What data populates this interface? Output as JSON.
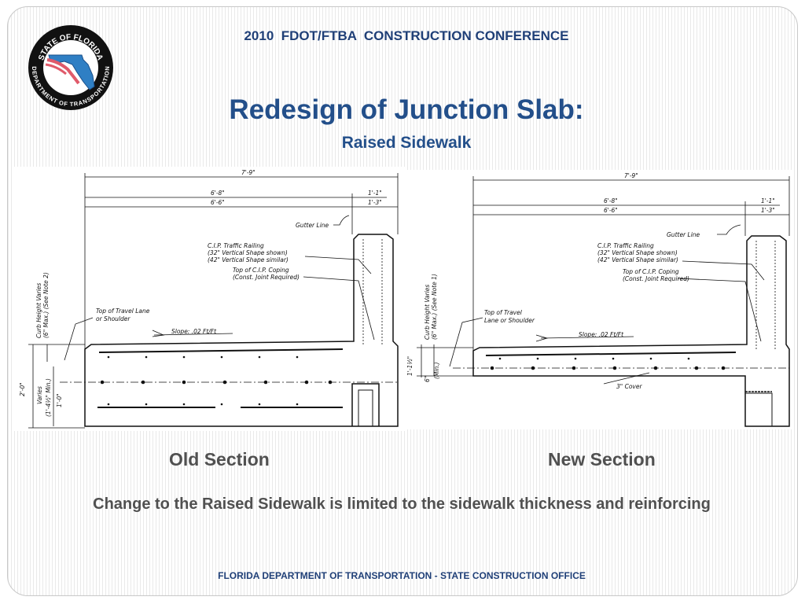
{
  "header": {
    "conference": "2010  FDOT/FTBA  CONSTRUCTION CONFERENCE",
    "title": "Redesign of Junction Slab:",
    "subtitle": "Raised Sidewalk"
  },
  "logo": {
    "top_text": "STATE OF FLORIDA",
    "bottom_text": "DEPARTMENT OF TRANSPORTATION",
    "icon": "florida-state-map-seal"
  },
  "old_drawing": {
    "caption": "Old Section",
    "dim_overall": "7'-9\"",
    "dim_main_1": "6'-8\"",
    "dim_main_2": "6'-6\"",
    "dim_curb_1": "1'-1\"",
    "dim_curb_2": "1'-3\"",
    "gutter_line": "Gutter Line",
    "railing_1": "C.I.P. Traffic Railing",
    "railing_2": "(32\" Vertical Shape shown)",
    "railing_3": "(42\" Vertical Shape similar)",
    "coping_1": "Top of C.I.P. Coping",
    "coping_2": "(Const. Joint Required)",
    "travel_1": "Top of Travel Lane",
    "travel_2": "or Shoulder",
    "slope": "Slope: .02 Ft/Ft",
    "curb_height_1": "Curb Height Varies",
    "curb_height_2": "(6\" Max.) (See Note 2)",
    "thickness": "2'-0\"",
    "varies": "Varies",
    "varies_min": "(1'-4½\" Min.)",
    "dim_lower": "1'-0\""
  },
  "new_drawing": {
    "caption": "New Section",
    "dim_overall": "7'-9\"",
    "dim_main_1": "6'-8\"",
    "dim_main_2": "6'-6\"",
    "dim_curb_1": "1'-1\"",
    "dim_curb_2": "1'-3\"",
    "gutter_line": "Gutter Line",
    "railing_1": "C.I.P. Traffic Railing",
    "railing_2": "(32\" Vertical Shape shown)",
    "railing_3": "(42\" Vertical Shape similar)",
    "coping_1": "Top of C.I.P. Coping",
    "coping_2": "(Const. Joint Required)",
    "travel_1": "Top of Travel",
    "travel_2": "Lane or Shoulder",
    "slope": "Slope: .02 Ft/Ft",
    "curb_height_1": "Curb Height Varies",
    "curb_height_2": "(6\" Max.) (See Note 1)",
    "thickness": "1'-1½\"",
    "min_6": "6\"",
    "min_label": "(Min.)",
    "cover": "3\" Cover"
  },
  "note": "Change to the Raised Sidewalk is limited to the sidewalk thickness and reinforcing",
  "footer": "FLORIDA DEPARTMENT OF TRANSPORTATION - STATE CONSTRUCTION OFFICE"
}
